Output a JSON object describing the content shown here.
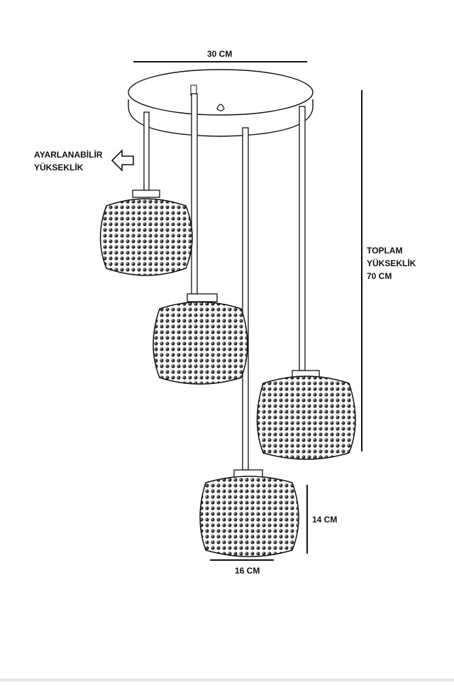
{
  "labels": {
    "top_width": "30 CM",
    "adjustable_line1": "AYARLANABİLİR",
    "adjustable_line2": "YÜKSEKLİK",
    "total_line1": "TOPLAM",
    "total_line2": "YÜKSEKLİK",
    "total_line3": "70 CM",
    "shade_height": "14 CM",
    "shade_width": "16 CM"
  },
  "colors": {
    "ink": "#111111",
    "bead": "#3a3a3a",
    "paper": "#ffffff"
  },
  "icons": {
    "adjust_arrow": "left-arrow-icon"
  }
}
